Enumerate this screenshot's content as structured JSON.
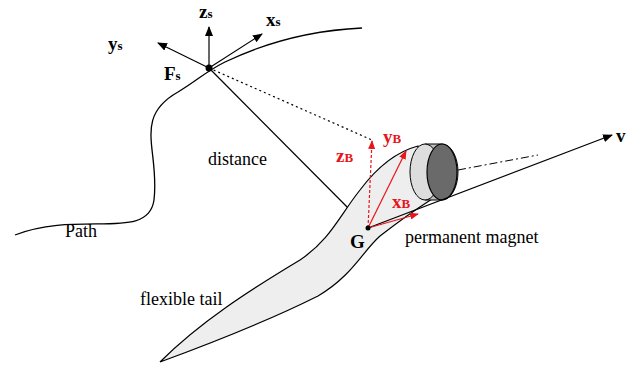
{
  "diagram": {
    "labels": [
      "zs",
      "xs",
      "ys",
      "Fs",
      "distance",
      "Path",
      "flexible tail",
      "G",
      "permanent magnet",
      "zB",
      "yB",
      "xB",
      "v"
    ]
  }
}
